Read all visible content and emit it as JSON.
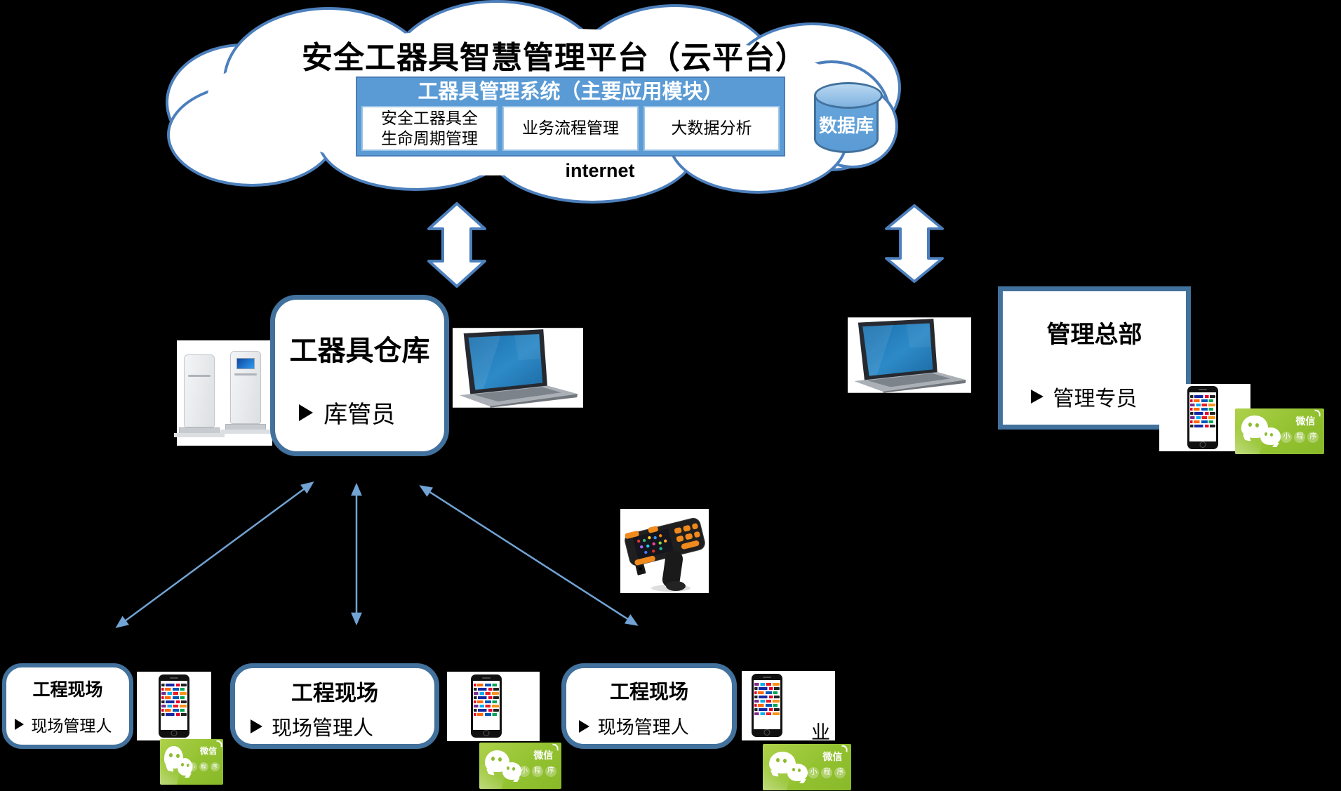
{
  "cloud": {
    "title": "安全工器具智慧管理平台（云平台）",
    "internet_label": "internet",
    "system_box": {
      "header": "工器具管理系统（主要应用模块）",
      "modules": [
        {
          "line1": "安全工器具全",
          "line2": "生命周期管理"
        },
        {
          "line1": "业务流程管理",
          "line2": ""
        },
        {
          "line1": "大数据分析",
          "line2": ""
        }
      ]
    },
    "database_label": "数据库"
  },
  "warehouse": {
    "title": "工器具仓库",
    "role": "库管员"
  },
  "headquarters": {
    "title": "管理总部",
    "role": "管理专员"
  },
  "sites": [
    {
      "title": "工程现场",
      "role": "现场管理人"
    },
    {
      "title": "工程现场",
      "role": "现场管理人"
    },
    {
      "title": "工程现场",
      "role": "现场管理人"
    }
  ],
  "stray_text": "业",
  "wechat_card": {
    "brand": "微信",
    "subtitle": "小程序"
  },
  "colors": {
    "container_blue": "#5b9bd5",
    "border_blue": "#41719c",
    "cloud_outline_blue": "#4c7fbc",
    "thin_arrow_blue": "#71a3d4",
    "wechat_green": "#93c231",
    "background": "#000000"
  }
}
